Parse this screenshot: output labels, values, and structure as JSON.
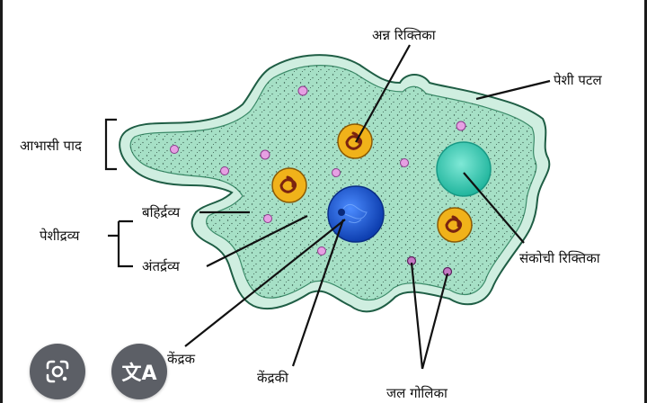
{
  "diagram": {
    "labels": {
      "food_vacuole": "अन्न रिक्तिका",
      "cell_membrane": "पेशी पटल",
      "pseudopodia": "आभासी पाद",
      "ectoplasm": "बहिर्द्रव्य",
      "cytoplasm": "पेशीद्रव्य",
      "endoplasm": "अंतर्द्रव्य",
      "contractile_vacuole": "संकोची रिक्तिका",
      "nucleus": "केंद्रक",
      "nucleolus": "केंद्रकी",
      "water_granules": "जल गोलिका"
    },
    "colors": {
      "cytoplasm": "#a6e0c6",
      "membrane": "#cfeee0",
      "outline": "#1f5e45",
      "nucleus": "#1f5fd6",
      "contractile_vacuole": "#3fcfb8",
      "food_vacuole": "#f0b21a",
      "granule": "#e6a0e3"
    }
  },
  "overlay": {
    "lens_icon": "google-lens-icon",
    "translate_icon": "translate-icon",
    "translate_glyph": "文A"
  }
}
